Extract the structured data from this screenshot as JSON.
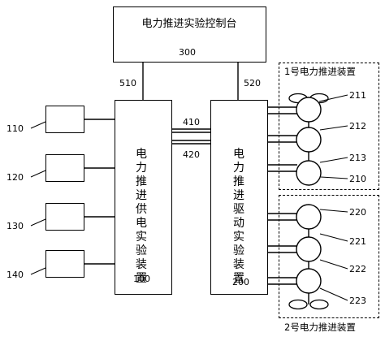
{
  "console": {
    "title": "电力推进实验控制台",
    "number": "300"
  },
  "supply": {
    "label": "电力推进供电实验装置",
    "number": "100"
  },
  "drive": {
    "label": "电力推进驱动实验装置",
    "number": "200"
  },
  "links": {
    "console_to_supply": "510",
    "console_to_drive": "520",
    "upper_bus": "410",
    "lower_bus": "420"
  },
  "sources": [
    "110",
    "120",
    "130",
    "140"
  ],
  "group1": {
    "title": "1号电力推进装置",
    "labels": [
      "211",
      "212",
      "213",
      "210"
    ]
  },
  "group2": {
    "title": "2号电力推进装置",
    "labels": [
      "220",
      "221",
      "222",
      "223"
    ]
  }
}
